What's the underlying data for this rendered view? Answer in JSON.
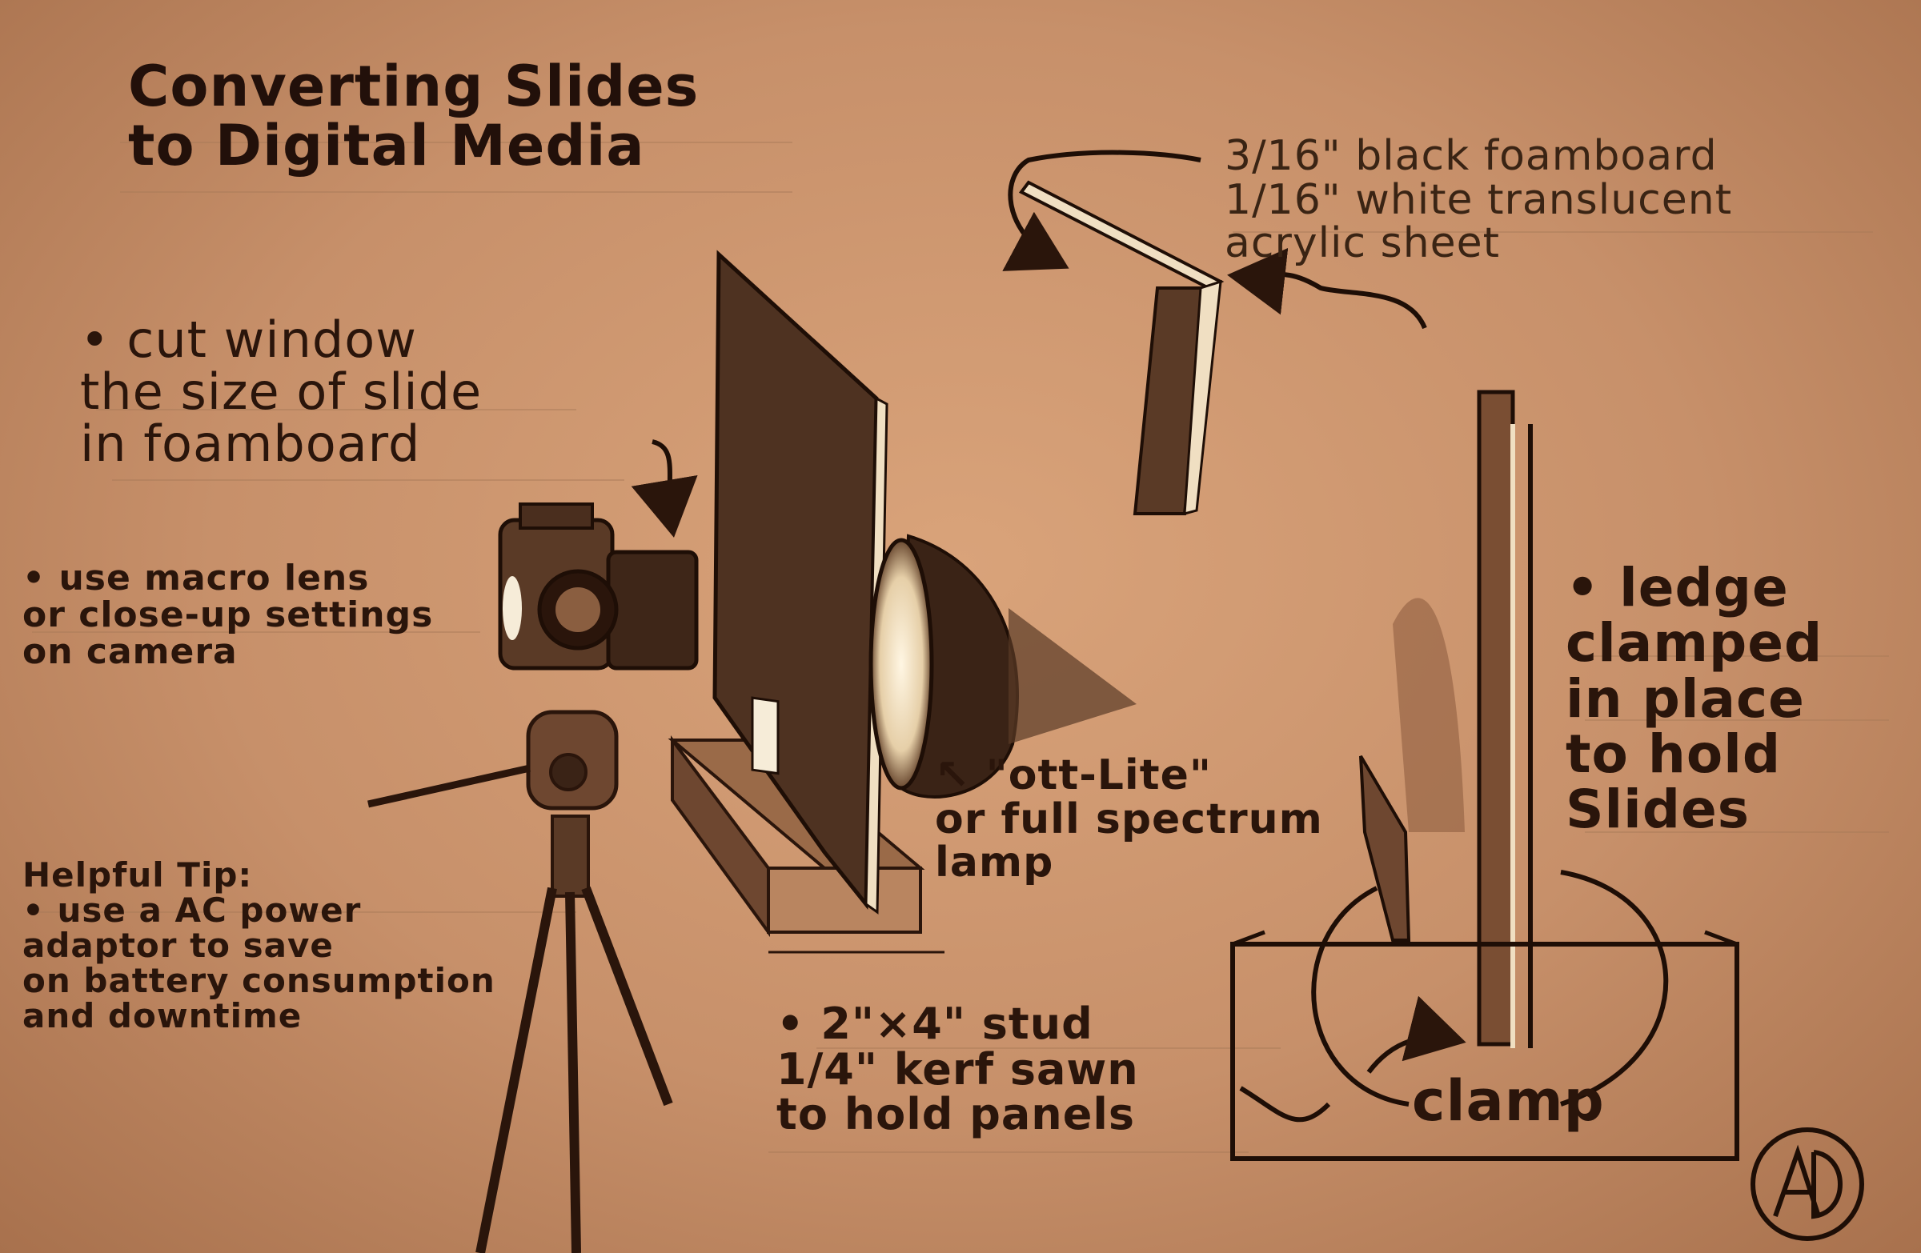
{
  "title": {
    "lines": [
      "Converting Slides",
      "to Digital Media"
    ]
  },
  "annotations": {
    "cut_window": [
      "• cut window",
      "the size of slide",
      "in foamboard"
    ],
    "macro_lens": [
      "• use macro lens",
      "or close-up settings",
      "on camera"
    ],
    "helpful_tip": [
      "Helpful Tip:",
      "• use a AC power",
      "adaptor to save",
      "on battery consumption",
      "and downtime"
    ],
    "foamboard": [
      "3/16\" black foamboard",
      "1/16\" white translucent",
      "acrylic sheet"
    ],
    "ott_lite": [
      "↖ \"ott-Lite\"",
      "or full spectrum",
      "lamp"
    ],
    "stud": [
      "• 2\"×4\" stud",
      "1/4\" kerf sawn",
      "to hold panels"
    ],
    "ledge": [
      "• ledge",
      "clamped",
      "in place",
      "to hold",
      "Slides"
    ],
    "clamp": "clamp"
  },
  "signature_monogram": "AD",
  "colors": {
    "paper": "#c8916a",
    "ink": "#2a150b",
    "panel": "#5a3a26",
    "highlight": "#f3e6cf"
  },
  "icons": [
    "camera-icon",
    "tripod-icon",
    "lamp-icon",
    "foamboard-panel-icon",
    "stud-block-icon",
    "clamp-arrow-icon"
  ]
}
